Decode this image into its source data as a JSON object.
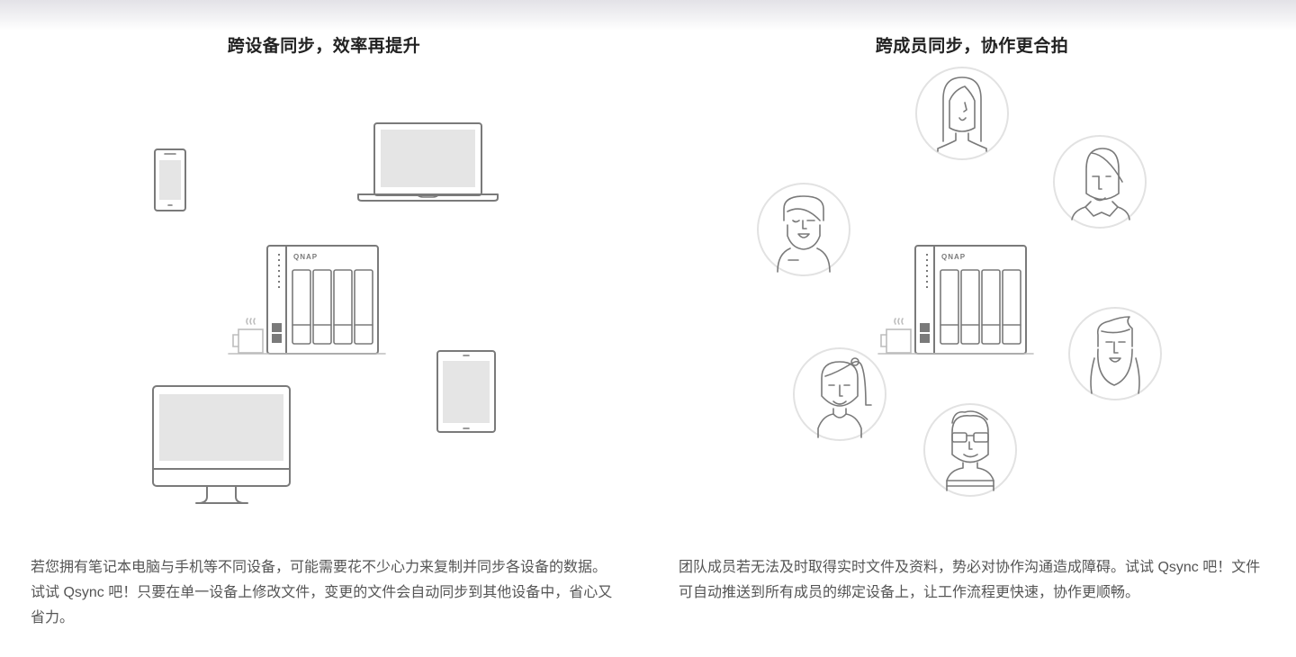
{
  "sections": [
    {
      "title": "跨设备同步，效率再提升",
      "description": "若您拥有笔记本电脑与手机等不同设备，可能需要花不少心力来复制并同步各设备的数据。试试 Qsync 吧！只要在单一设备上修改文件，变更的文件会自动同步到其他设备中，省心又省力。",
      "illustration": {
        "nas_brand": "QNAP",
        "devices": [
          "smartphone-icon",
          "laptop-icon",
          "nas-icon",
          "coffee-mug-icon",
          "tablet-icon",
          "desktop-monitor-icon"
        ]
      }
    },
    {
      "title": "跨成员同步，协作更合拍",
      "description": "团队成员若无法及时取得实时文件及资料，势必对协作沟通造成障碍。试试 Qsync 吧！文件可自动推送到所有成员的绑定设备上，让工作流程更快速，协作更顺畅。",
      "illustration": {
        "nas_brand": "QNAP",
        "members": [
          "woman-long-hair-avatar",
          "man-side-part-avatar",
          "bearded-man-avatar",
          "man-quiff-beard-avatar",
          "girl-ponytail-avatar",
          "man-glasses-avatar"
        ]
      }
    }
  ],
  "colors": {
    "line": "#7a7a7a",
    "screen_fill": "#e5e5e5",
    "avatar_ring": "#e2e2e2",
    "title_text": "#222222",
    "body_text": "#555555"
  }
}
